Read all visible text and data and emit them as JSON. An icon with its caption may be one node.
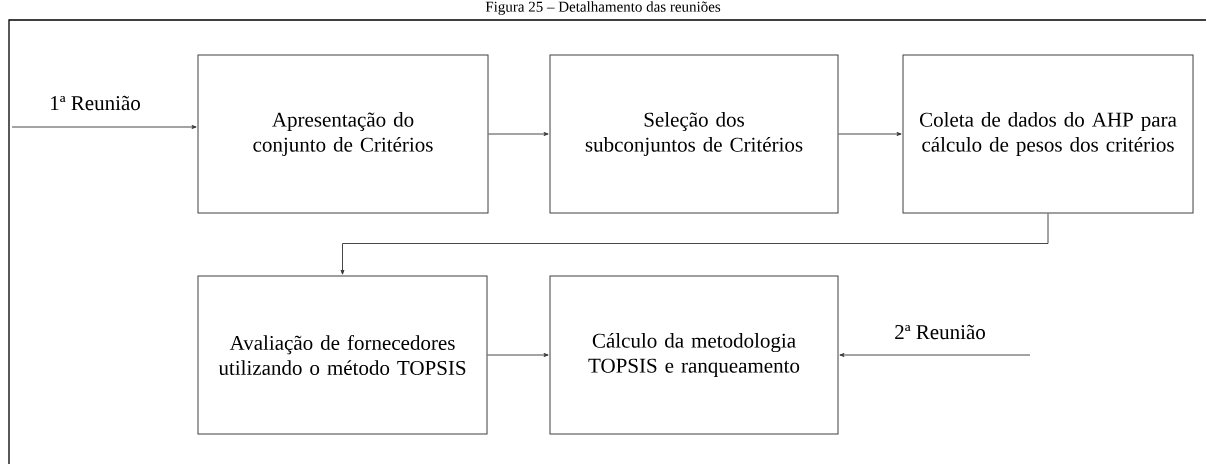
{
  "diagram": {
    "title": "Figura 25 – Detalhamento das reuniões",
    "nodes": [
      {
        "text": [
          "Apresentação do conjunto de Critérios"
        ]
      },
      {
        "text": [
          "Seleção dos subconjuntos de Critérios"
        ]
      },
      {
        "text": [
          "Coleta de dados do AHP para cálculo de pesos dos critérios"
        ]
      },
      {
        "text": [
          "Avaliação de fornecedores utilizando o método TOPSIS"
        ]
      },
      {
        "text": [
          "Cálculo da metodologia TOPSIS e ranqueamento"
        ]
      }
    ],
    "edges": [
      {
        "from": null,
        "to": 0,
        "arrow": "to",
        "label": "1ª Reunião"
      },
      {
        "from": 0,
        "to": 1,
        "arrow": "to"
      },
      {
        "from": 1,
        "to": 2,
        "arrow": "to"
      },
      {
        "from": 2,
        "to": 3,
        "arrow": "to"
      },
      {
        "from": 3,
        "to": 4,
        "arrow": "to"
      },
      {
        "from": null,
        "to": 4,
        "arrow": "to",
        "label": "2ª Reunião"
      }
    ]
  }
}
